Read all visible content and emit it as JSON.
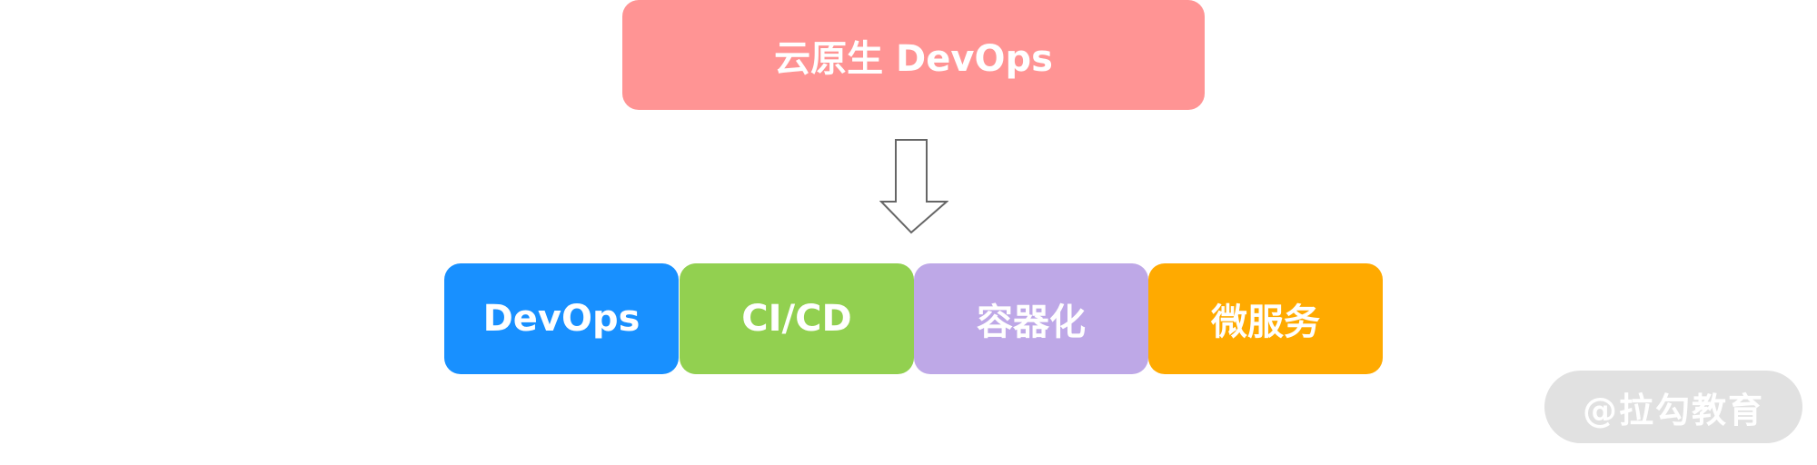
{
  "diagram": {
    "top": {
      "label": "云原生 DevOps",
      "color": "#ff9494"
    },
    "arrow": {
      "icon": "down-arrow-icon",
      "stroke": "#666666"
    },
    "components": [
      {
        "label": "DevOps",
        "color": "#1890ff"
      },
      {
        "label": "CI/CD",
        "color": "#92d050"
      },
      {
        "label": "容器化",
        "color": "#bea8e7"
      },
      {
        "label": "微服务",
        "color": "#ffaa00"
      }
    ]
  },
  "watermark": {
    "text": "@拉勾教育",
    "color": "#e1e1e1"
  }
}
